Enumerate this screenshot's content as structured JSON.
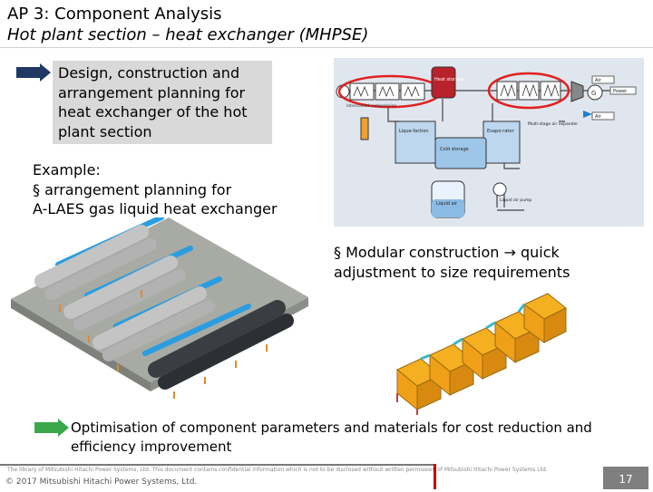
{
  "header": {
    "title": "AP 3: Component Analysis",
    "subtitle": "Hot plant section – heat exchanger (MHPSE)"
  },
  "intro": {
    "text": "Design, construction and arrangement planning for heat exchanger of the hot plant section"
  },
  "example": {
    "heading": "Example:",
    "bullet": "§",
    "line1": "arrangement planning for",
    "line2": "A-LAES gas liquid heat exchanger"
  },
  "modular": {
    "bullet": "§",
    "text": "Modular construction → quick adjustment to size requirements"
  },
  "optimisation": {
    "text": "Optimisation of component parameters and materials for cost reduction and efficiency improvement"
  },
  "diagram": {
    "heat_storage": "Heat storage",
    "intercooled_compression": "Intercooled compression",
    "liquefaction": "Lique-faction",
    "evaporator": "Evapo-rator",
    "cold_storage": "Cold storage",
    "multistage_expander": "Multi-stage air expander",
    "liquid_air": "Liquid air",
    "liquid_air_pump": "Liquid air pump",
    "air_in": "Air",
    "air_out": "Air",
    "power": "Power",
    "colors": {
      "accent_blue": "#1f7fc8",
      "red_highlight": "#e02020",
      "storage_red": "#b8222a"
    }
  },
  "footer": {
    "small_print": "The library of Mitsubishi Hitachi Power Systems, Ltd. This document contains confidential information which is not to be disclosed without written permission of Mitsubishi Hitachi Power Systems Ltd.",
    "copyright": "© 2017 Mitsubishi Hitachi Power Systems, Ltd.",
    "page": "17"
  }
}
